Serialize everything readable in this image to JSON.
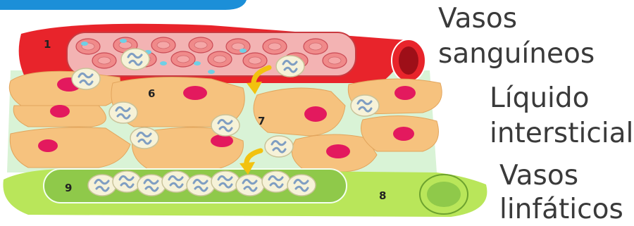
{
  "labels": {
    "blood_vessels": [
      "Vasos",
      "sanguíneos"
    ],
    "interstitial_fluid": [
      "Líquido",
      "intersticial"
    ],
    "lymph_vessels": [
      "Vasos",
      "linfáticos"
    ]
  },
  "callouts": {
    "n1": "1",
    "n6": "6",
    "n7": "7",
    "n8": "8",
    "n9": "9"
  },
  "colors": {
    "blood_vessel": "#e8242b",
    "red_cell": "#f08a8a",
    "tissue_cell": "#f6c27e",
    "nucleus": "#e3195e",
    "interstitial_space": "#d9f3d6",
    "lymph_vessel": "#b9e65a",
    "lymph_inner": "#8fc94a",
    "white_cell": "#f6f2d8",
    "arrow": "#f2c20f",
    "banner": "#1c8fd8"
  }
}
